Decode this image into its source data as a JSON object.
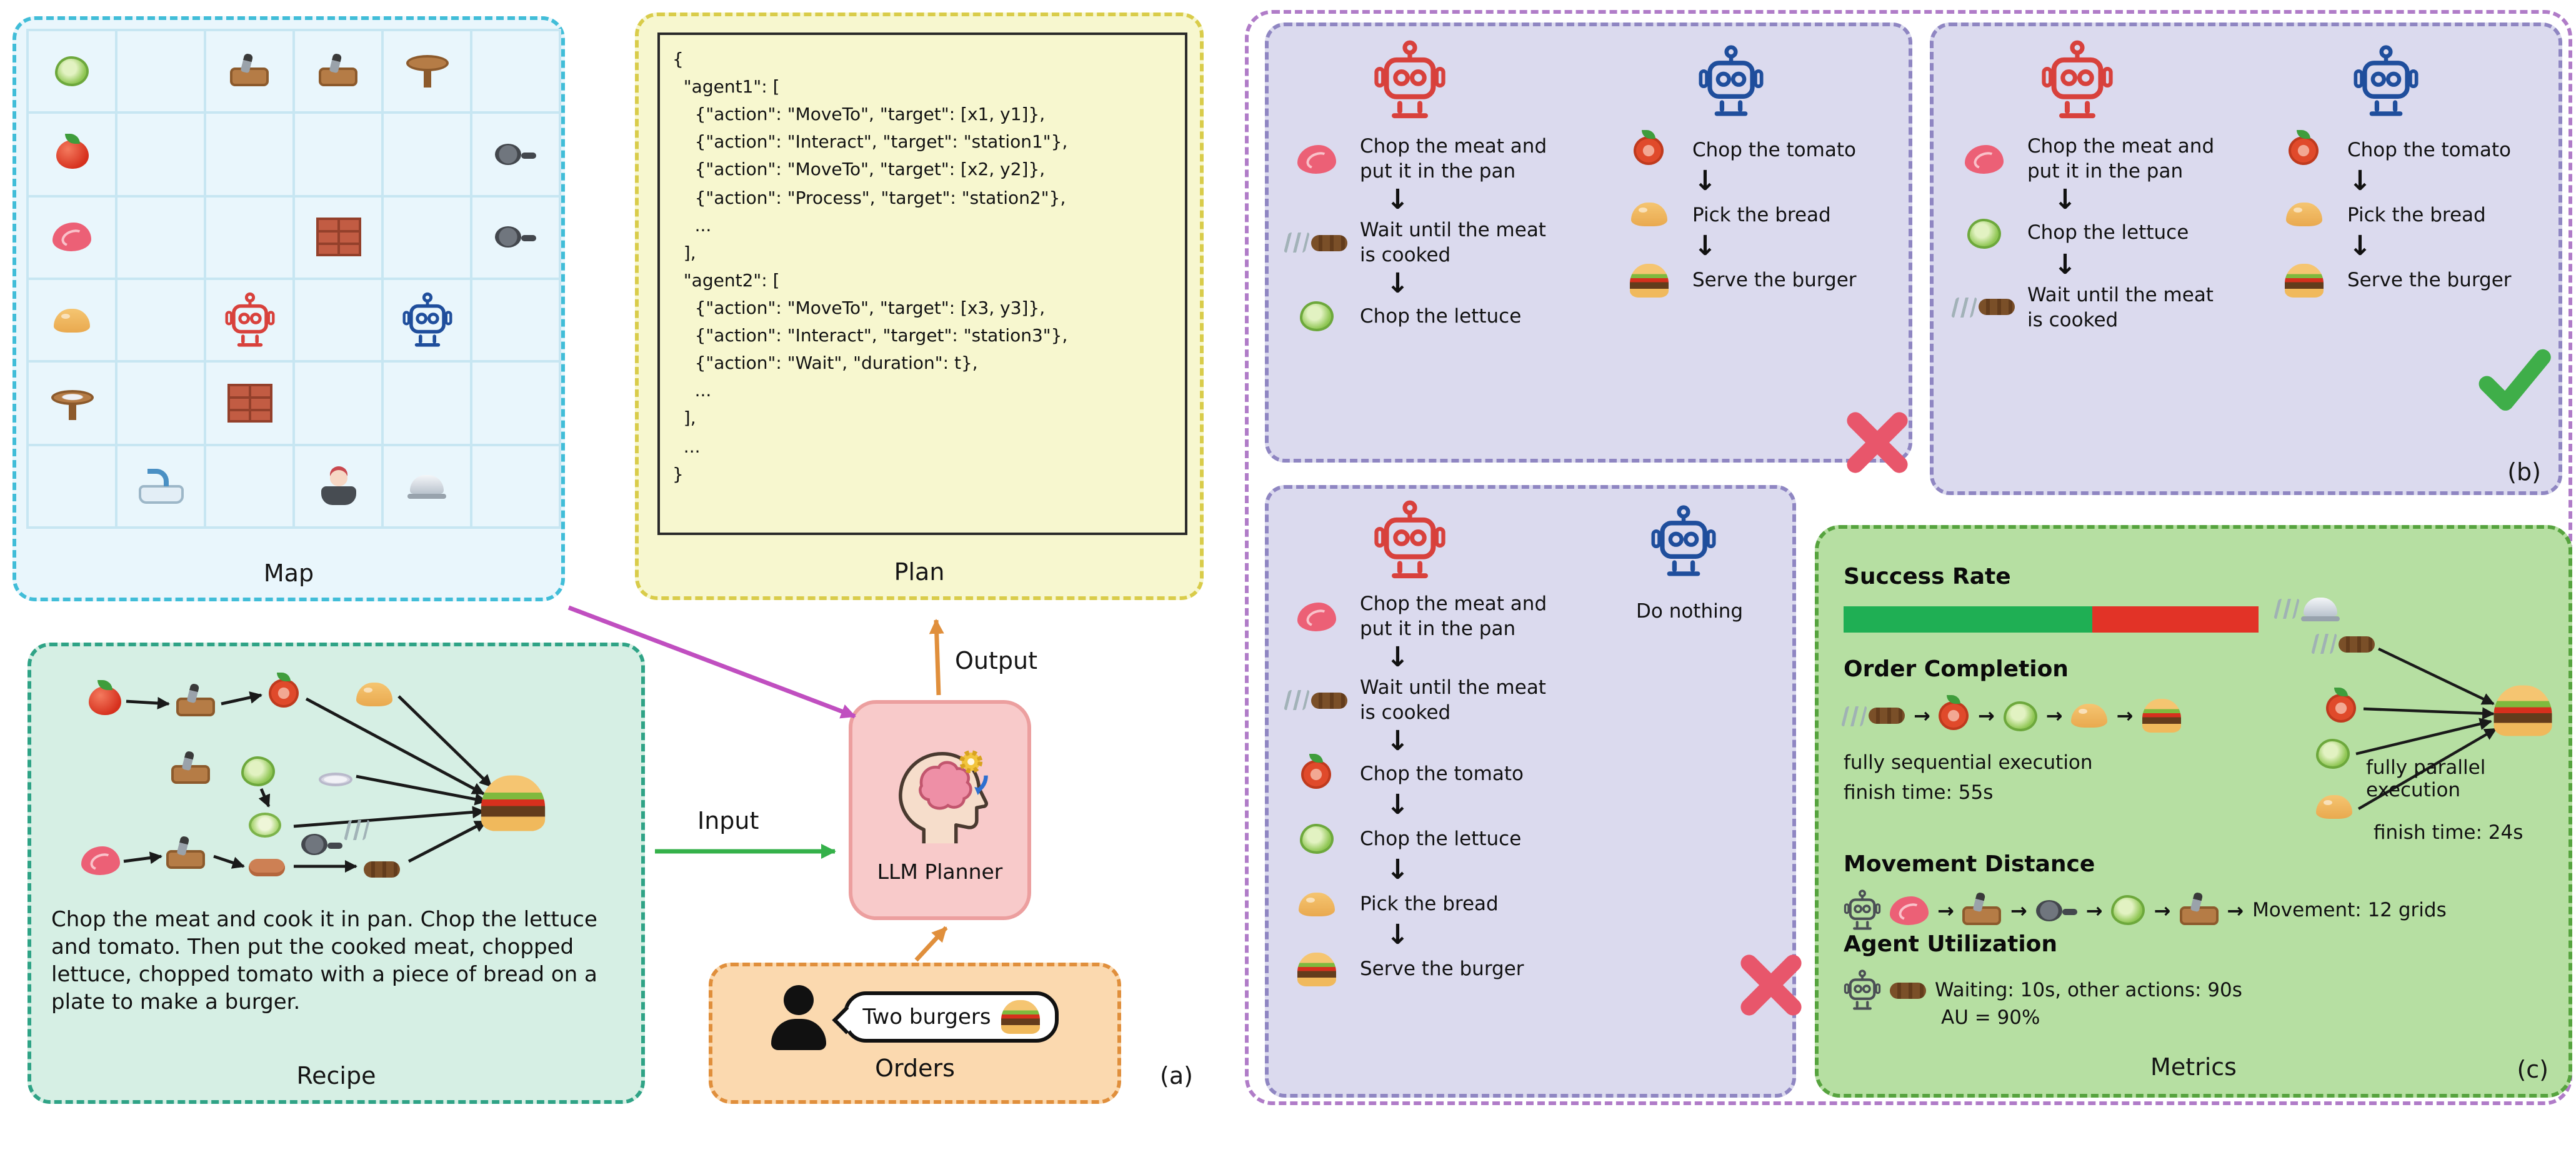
{
  "figure": {
    "label_a": "(a)",
    "label_b": "(b)",
    "label_c": "(c)"
  },
  "colors": {
    "red_agent": "#d8413c",
    "blue_agent": "#1f4e9c",
    "success_check": "#3fae49",
    "failure_cross": "#e8566b",
    "bar_green": "#1faf54",
    "bar_red": "#e23327"
  },
  "agents": {
    "red": "robot-red",
    "blue": "robot-blue"
  },
  "map": {
    "label": "Map",
    "rows": 6,
    "cols": 6,
    "items": [
      {
        "row": 0,
        "col": 0,
        "icon": "lettuce"
      },
      {
        "row": 0,
        "col": 2,
        "icon": "board"
      },
      {
        "row": 0,
        "col": 3,
        "icon": "board"
      },
      {
        "row": 0,
        "col": 4,
        "icon": "table"
      },
      {
        "row": 1,
        "col": 0,
        "icon": "tomato"
      },
      {
        "row": 1,
        "col": 5,
        "icon": "pan"
      },
      {
        "row": 2,
        "col": 0,
        "icon": "meat"
      },
      {
        "row": 2,
        "col": 3,
        "icon": "brick"
      },
      {
        "row": 2,
        "col": 5,
        "icon": "pan"
      },
      {
        "row": 3,
        "col": 0,
        "icon": "bread"
      },
      {
        "row": 3,
        "col": 2,
        "icon": "robot-red"
      },
      {
        "row": 3,
        "col": 4,
        "icon": "robot-blue"
      },
      {
        "row": 4,
        "col": 0,
        "icon": "table-plate"
      },
      {
        "row": 4,
        "col": 2,
        "icon": "brick"
      },
      {
        "row": 5,
        "col": 1,
        "icon": "sink"
      },
      {
        "row": 5,
        "col": 3,
        "icon": "stove"
      },
      {
        "row": 5,
        "col": 4,
        "icon": "cloche"
      }
    ]
  },
  "recipe": {
    "label": "Recipe",
    "text": "Chop the meat and cook it in pan. Chop the lettuce and tomato. Then put the cooked meat, chopped lettuce, chopped tomato with a piece of bread on a plate to make a burger.",
    "nodes": [
      {
        "icon": "tomato"
      },
      {
        "icon": "board"
      },
      {
        "icon": "tomato-sliced"
      },
      {
        "icon": "bread"
      },
      {
        "icon": "board"
      },
      {
        "icon": "lettuce"
      },
      {
        "icon": "plate"
      },
      {
        "icon": "lettuce-sliced"
      },
      {
        "icon": "pan"
      },
      {
        "icon": "steam"
      },
      {
        "icon": "meat"
      },
      {
        "icon": "board"
      },
      {
        "icon": "patty-raw"
      },
      {
        "icon": "patty"
      },
      {
        "icon": "burger"
      }
    ]
  },
  "plan": {
    "label": "Plan",
    "code_lines": [
      "{",
      "  \"agent1\": [",
      "    {\"action\": \"MoveTo\", \"target\": [x1, y1]},",
      "    {\"action\": \"Interact\", \"target\": \"station1\"},",
      "    {\"action\": \"MoveTo\", \"target\": [x2, y2]},",
      "    {\"action\": \"Process\", \"target\": \"station2\"},",
      "    ...",
      "  ],",
      "  \"agent2\": [",
      "    {\"action\": \"MoveTo\", \"target\": [x3, y3]},",
      "    {\"action\": \"Interact\", \"target\": \"station3\"},",
      "    {\"action\": \"Wait\", \"duration\": t},",
      "    ...",
      "  ],",
      "  ...",
      "}"
    ]
  },
  "planner": {
    "label": "LLM Planner"
  },
  "flow": {
    "input_label": "Input",
    "output_label": "Output"
  },
  "orders": {
    "label": "Orders",
    "bubble_text": "Two burgers",
    "bubble_icon": "burger"
  },
  "plan_panels": {
    "top_left": {
      "result": "fail",
      "red_steps": [
        {
          "icon": "meat",
          "label": "Chop the meat and put it in the pan"
        },
        {
          "icon": "patty-steam",
          "label": "Wait until the meat is cooked"
        },
        {
          "icon": "lettuce",
          "label": "Chop the lettuce"
        }
      ],
      "blue_steps": [
        {
          "icon": "tomato-sliced",
          "label": "Chop the tomato"
        },
        {
          "icon": "bread",
          "label": "Pick the bread"
        },
        {
          "icon": "burger",
          "label": "Serve the burger"
        }
      ]
    },
    "top_right": {
      "result": "success",
      "red_steps": [
        {
          "icon": "meat",
          "label": "Chop the meat and put it in the pan"
        },
        {
          "icon": "lettuce",
          "label": "Chop the lettuce"
        },
        {
          "icon": "patty-steam",
          "label": "Wait until the meat is cooked"
        }
      ],
      "blue_steps": [
        {
          "icon": "tomato-sliced",
          "label": "Chop the tomato"
        },
        {
          "icon": "bread",
          "label": "Pick the bread"
        },
        {
          "icon": "burger",
          "label": "Serve the burger"
        }
      ]
    },
    "bottom": {
      "result": "fail",
      "red_steps": [
        {
          "icon": "meat",
          "label": "Chop the meat and put it in the pan"
        },
        {
          "icon": "patty-steam",
          "label": "Wait until the meat is cooked"
        },
        {
          "icon": "tomato-sliced",
          "label": "Chop the tomato"
        },
        {
          "icon": "lettuce",
          "label": "Chop the lettuce"
        },
        {
          "icon": "bread",
          "label": "Pick the bread"
        },
        {
          "icon": "burger",
          "label": "Serve the burger"
        }
      ],
      "blue_label": "Do nothing"
    }
  },
  "metrics": {
    "label": "Metrics",
    "success_rate": {
      "heading": "Success Rate",
      "green_fraction": 0.6,
      "icon": "pot-steam"
    },
    "order_completion": {
      "heading": "Order Completion",
      "sequential_icons": [
        "patty-steam",
        "tomato-sliced",
        "lettuce",
        "bread",
        "burger"
      ],
      "sequential_text_1": "fully sequential execution",
      "sequential_text_2": "finish time: 55s",
      "parallel_icons": [
        "patty-steam",
        "tomato-sliced",
        "lettuce",
        "bread"
      ],
      "parallel_target_icon": "burger",
      "parallel_text_1": "fully parallel execution",
      "parallel_text_2": "finish time: 24s"
    },
    "movement": {
      "heading": "Movement Distance",
      "icons": [
        "robot-gray",
        "meat",
        "board",
        "pan",
        "lettuce",
        "board"
      ],
      "text": "Movement: 12 grids"
    },
    "agent_utilization": {
      "heading": "Agent Utilization",
      "icons": [
        "robot-gray",
        "patty"
      ],
      "line1": "Waiting: 10s, other actions: 90s",
      "line2": "AU = 90%"
    }
  }
}
